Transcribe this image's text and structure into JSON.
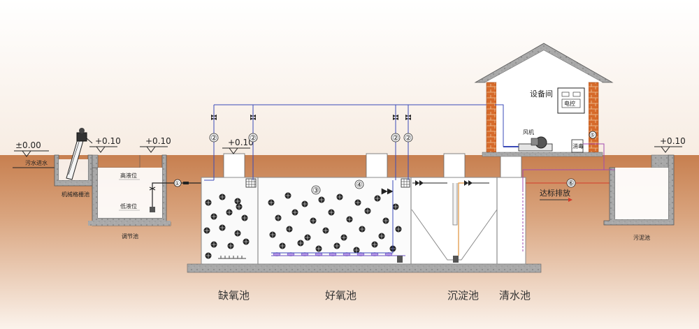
{
  "elevations": {
    "ground": "±0.00",
    "grid_pool": "+0.10",
    "regulating_pool": "+0.10",
    "anoxic_pool": "+0.10",
    "sludge_pool": "+0.10"
  },
  "labels": {
    "sewage_inflow": "污水进水",
    "mechanical_grid_pool": "机械格栅池",
    "high_level": "高液位",
    "low_level": "低液位",
    "regulating_pool": "调节池",
    "anoxic_pool": "缺氧池",
    "aerobic_pool": "好氧池",
    "settling_pool": "沉淀池",
    "clear_water_pool": "清水池",
    "equipment_room": "设备间",
    "blower": "风机",
    "control_cabinet": "电控",
    "disinfection": "消毒",
    "discharge": "达标排放",
    "sludge_pool": "污泥池"
  },
  "markers": {
    "m1": "①",
    "m2a": "②",
    "m2b": "②",
    "m2c": "②",
    "m2d": "②",
    "m3": "③",
    "m4": "④",
    "m5": "⑤",
    "m6": "⑥"
  },
  "colors": {
    "sky": "#ffffff",
    "soil": "#c9865a",
    "concrete": "#a8a8a8",
    "brick": "#d86a2a",
    "air_pipe": "#3b4bb8",
    "water_pipe": "#d33a2a",
    "sludge_pipe": "#e0913a",
    "disinfect_pipe": "#a24ab0"
  }
}
